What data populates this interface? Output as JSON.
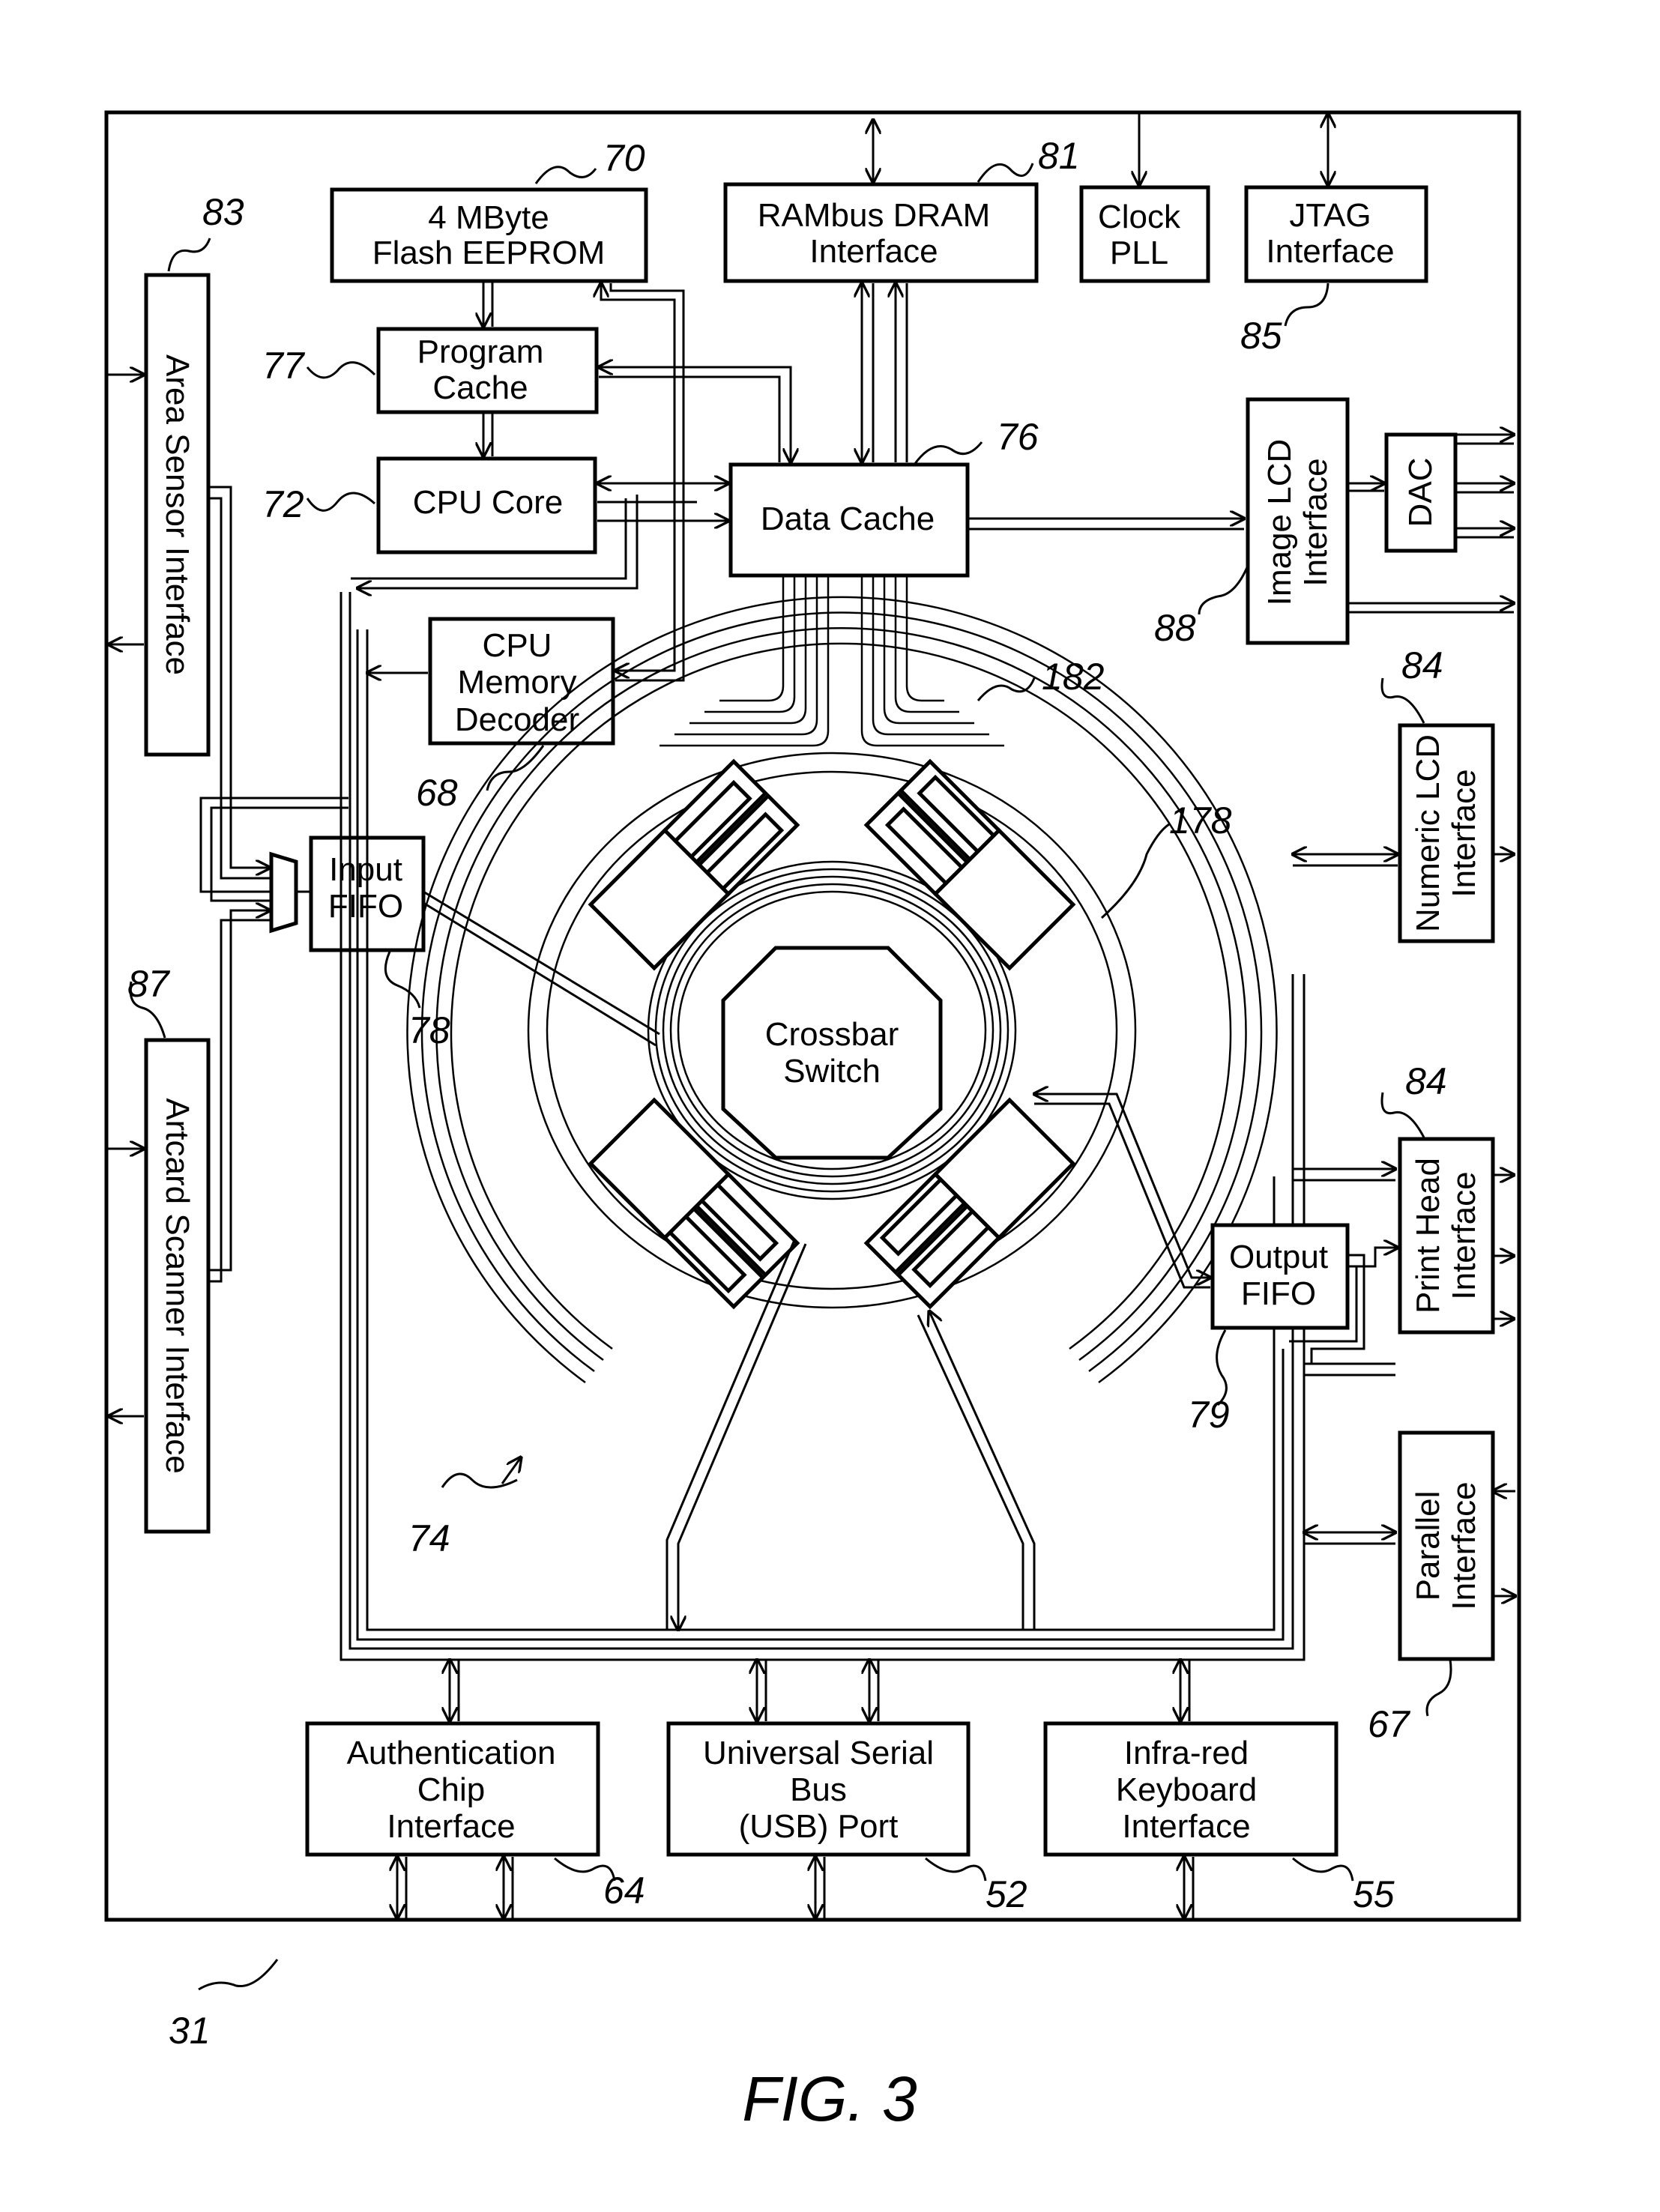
{
  "blocks": {
    "flash": {
      "line1": "4 MByte",
      "line2": "Flash EEPROM"
    },
    "rambus": {
      "line1": "RAMbus DRAM",
      "line2": "Interface"
    },
    "clock": {
      "line1": "Clock",
      "line2": "PLL"
    },
    "jtag": {
      "line1": "JTAG",
      "line2": "Interface"
    },
    "program_cache": {
      "line1": "Program",
      "line2": "Cache"
    },
    "cpu_core": {
      "label": "CPU Core"
    },
    "data_cache": {
      "label": "Data Cache"
    },
    "cpu_memory_decoder": {
      "line1": "CPU",
      "line2": "Memory",
      "line3": "Decoder"
    },
    "area_sensor": {
      "label": "Area Sensor Interface"
    },
    "artcard_scanner": {
      "label": "Artcard Scanner Interface"
    },
    "input_fifo": {
      "line1": "Input",
      "line2": "FIFO"
    },
    "output_fifo": {
      "line1": "Output",
      "line2": "FIFO"
    },
    "crossbar": {
      "line1": "Crossbar",
      "line2": "Switch"
    },
    "image_lcd": {
      "line1": "Image LCD",
      "line2": "Interface"
    },
    "dac": {
      "label": "DAC"
    },
    "numeric_lcd": {
      "line1": "Numeric LCD",
      "line2": "Interface"
    },
    "print_head": {
      "line1": "Print Head",
      "line2": "Interface"
    },
    "parallel": {
      "line1": "Parallel",
      "line2": "Interface"
    },
    "auth_chip": {
      "line1": "Authentication",
      "line2": "Chip",
      "line3": "Interface"
    },
    "usb": {
      "line1": "Universal Serial",
      "line2": "Bus",
      "line3": "(USB) Port"
    },
    "infrared": {
      "line1": "Infra-red",
      "line2": "Keyboard",
      "line3": "Interface"
    }
  },
  "refs": {
    "r70": "70",
    "r81": "81",
    "r83": "83",
    "r77": "77",
    "r72": "72",
    "r76": "76",
    "r85": "85",
    "r88": "88",
    "r84a": "84",
    "r84b": "84",
    "r182": "182",
    "r178": "178",
    "r68": "68",
    "r78": "78",
    "r87": "87",
    "r79": "79",
    "r74": "74",
    "r67": "67",
    "r64": "64",
    "r52": "52",
    "r55": "55",
    "r31": "31"
  },
  "figure_caption": "FIG. 3"
}
